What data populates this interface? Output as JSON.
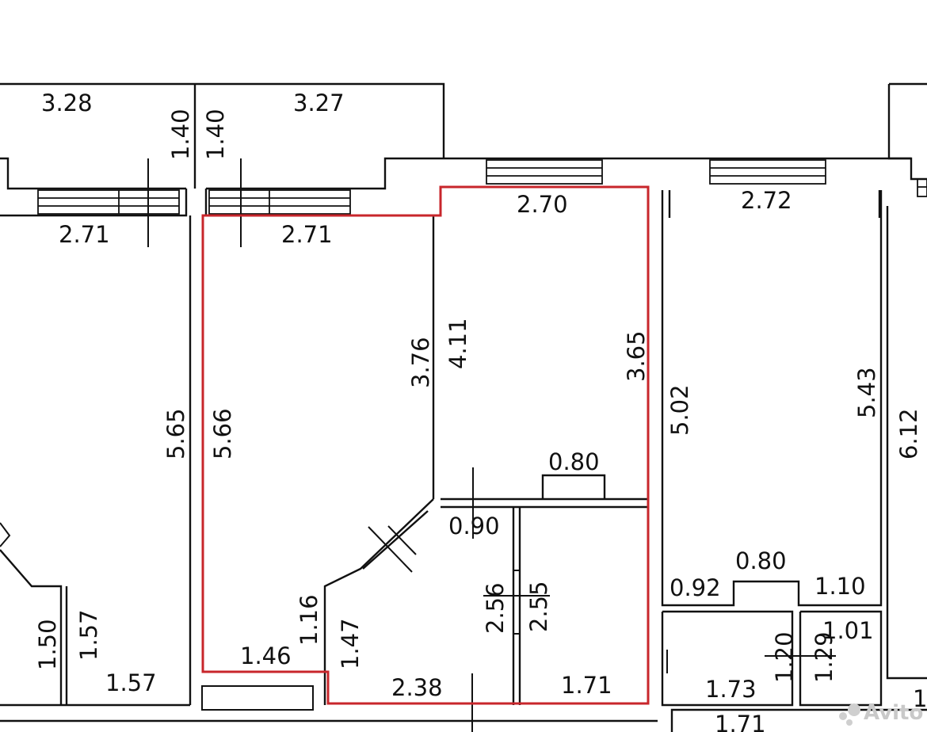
{
  "plan": {
    "highlight_color": "#c8262b",
    "dimensions": {
      "top_left": "3.28",
      "top_mid": "3.27",
      "balcony_depth_left": "1.40",
      "balcony_depth_right": "1.40",
      "room1_width": "2.71",
      "room2_width": "2.71",
      "room3_width": "2.70",
      "room4_width": "2.72",
      "room1_length": "5.65",
      "room2_length": "5.66",
      "room2_inner": "3.76",
      "room3_left": "4.11",
      "room3_right": "3.65",
      "room4_left": "5.02",
      "room4_right": "5.43",
      "room5_length": "6.12",
      "niche_top": "0.80",
      "hall_door": "0.90",
      "wc_a": "2.56",
      "wc_b": "2.55",
      "niche_right": "0.80",
      "right_small": "0.92",
      "right_corr": "1.10",
      "right_corr_b": "1.01",
      "left_small_a": "1.50",
      "left_small_b": "1.57",
      "left_bottom": "1.57",
      "room2_bottom": "1.46",
      "room2_corner": "1.16",
      "hall_left": "1.47",
      "hall_bottom": "2.38",
      "wc_bottom": "1.71",
      "bath_bottom": "1.73",
      "bath_h": "1.20",
      "bath_w": "1.29",
      "bottom_right": "1.71",
      "edge_cut": "1."
    },
    "watermark": "Avito"
  }
}
